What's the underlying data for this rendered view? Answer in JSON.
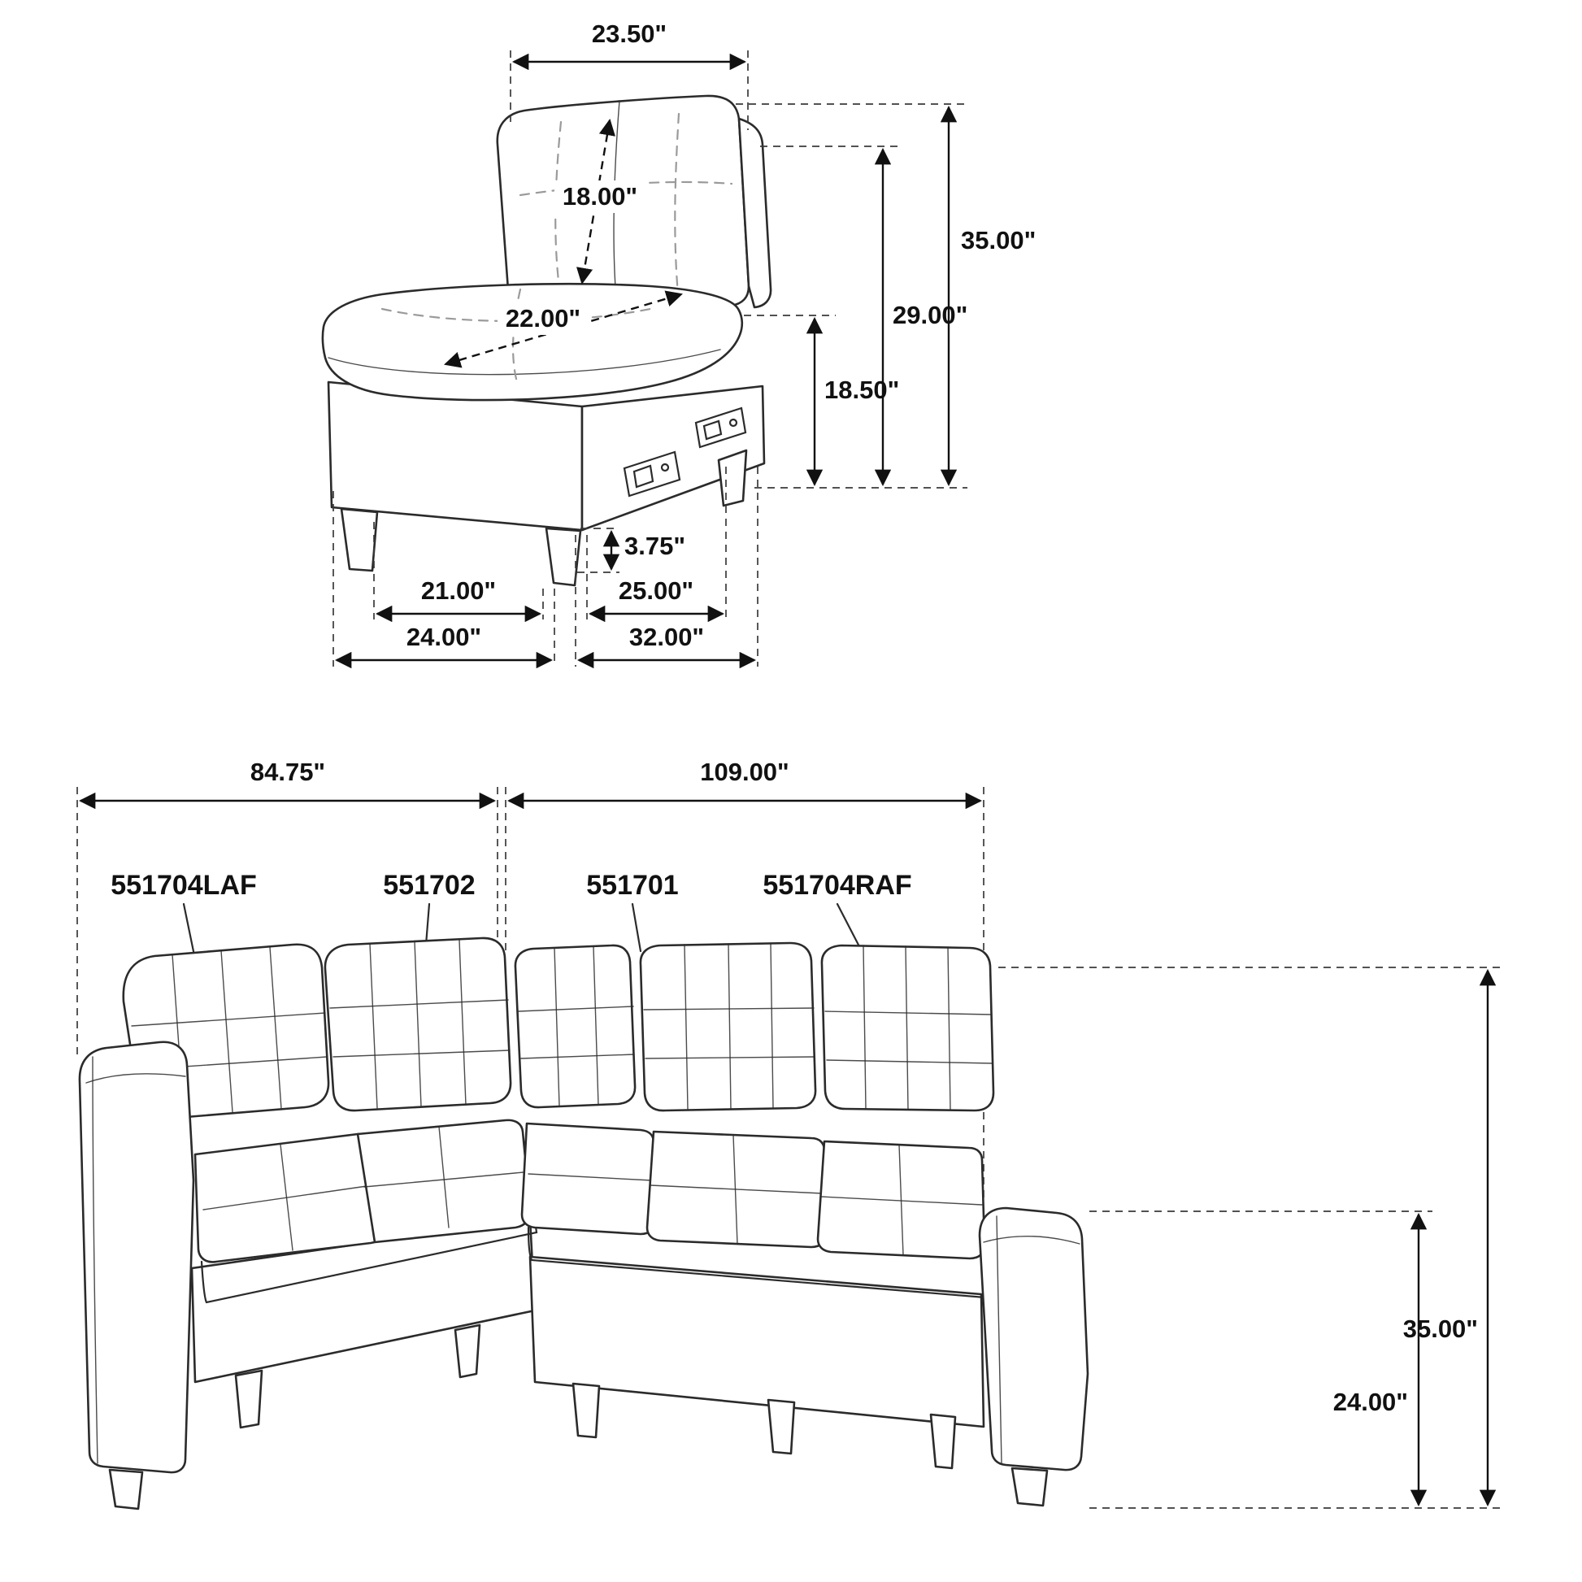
{
  "chair": {
    "dims": {
      "back_width": "23.50\"",
      "back_cushion": "18.00\"",
      "seat_depth": "22.00\"",
      "total_height": "35.00\"",
      "back_height": "29.00\"",
      "seat_height": "18.50\"",
      "leg_height": "3.75\"",
      "seat_width": "21.00\"",
      "base_depth": "25.00\"",
      "overall_width": "24.00\"",
      "overall_depth": "32.00\""
    }
  },
  "sectional": {
    "dims": {
      "left_length": "84.75\"",
      "right_length": "109.00\"",
      "height": "35.00\"",
      "arm_height": "24.00\""
    },
    "modules": {
      "laf": "551704LAF",
      "armless_left": "551702",
      "armless_right": "551701",
      "raf": "551704RAF"
    }
  }
}
